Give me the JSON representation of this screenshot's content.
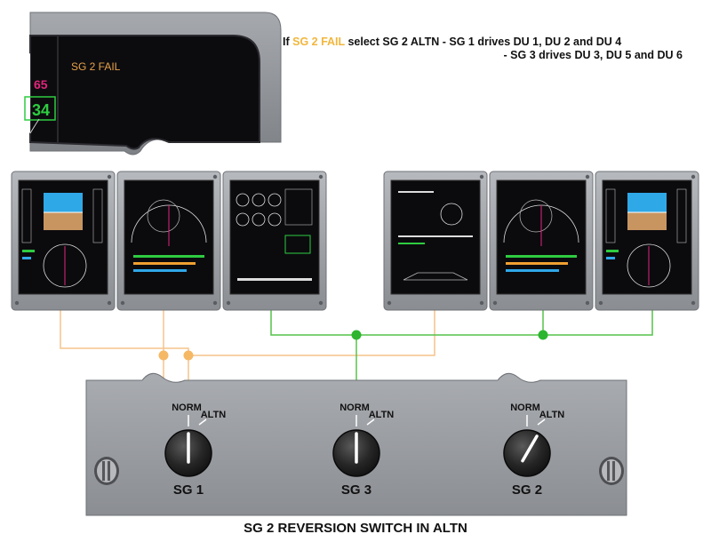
{
  "inset": {
    "message": "SG 2 FAIL",
    "speed_value": "65",
    "partial_value": "34",
    "message_color": "#e8a24a",
    "speed_color": "#e0257c",
    "partial_color": "#2ecc40"
  },
  "note": {
    "prefix": "If",
    "highlight": "SG 2 FAIL",
    "middle": "select SG 2 ALTN",
    "line1_rest": "- SG 1 drives DU 1, DU 2 and DU 4",
    "line2": "- SG 3 drives DU 3, DU 5 and DU 6",
    "highlight_color": "#f2b63c"
  },
  "display_units": [
    {
      "type": "pfd"
    },
    {
      "type": "nd"
    },
    {
      "type": "eicas"
    },
    {
      "type": "systems"
    },
    {
      "type": "nd"
    },
    {
      "type": "pfd"
    }
  ],
  "wiring": {
    "sg1_color": "#f5c48a",
    "sg3_color": "#55c24a",
    "junction_sg1_color": "#f5b865",
    "junction_sg3_color": "#2db52f"
  },
  "panel": {
    "switches": [
      {
        "id": "sg1",
        "label": "SG 1",
        "norm": "NORM",
        "altn": "ALTN",
        "position": "NORM"
      },
      {
        "id": "sg3",
        "label": "SG 3",
        "norm": "NORM",
        "altn": "ALTN",
        "position": "NORM"
      },
      {
        "id": "sg2",
        "label": "SG 2",
        "norm": "NORM",
        "altn": "ALTN",
        "position": "ALTN"
      }
    ]
  },
  "caption": "SG 2 REVERSION SWITCH IN ALTN"
}
